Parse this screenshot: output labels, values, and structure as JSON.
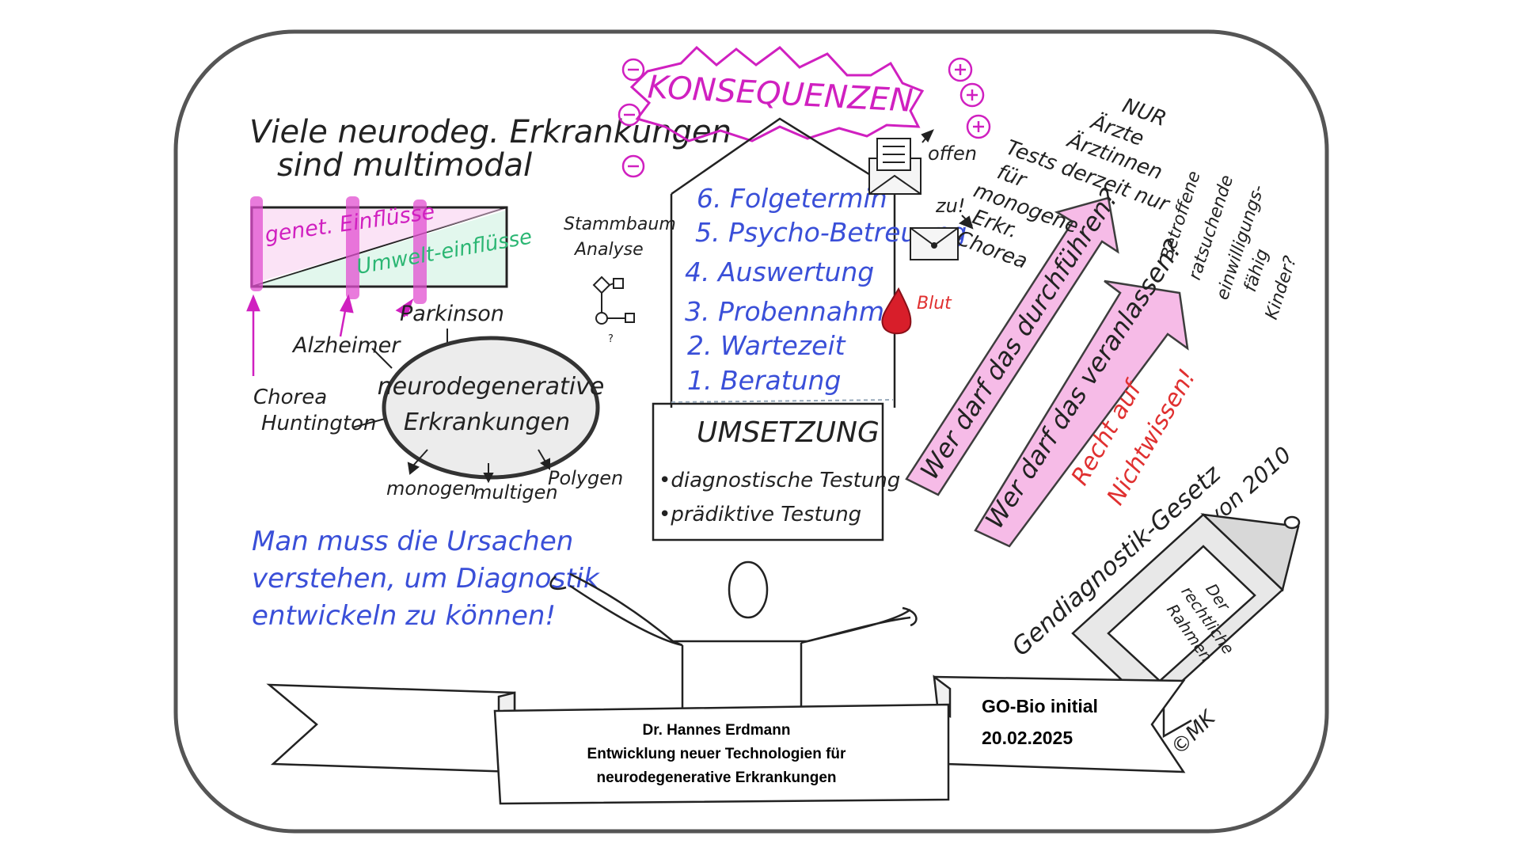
{
  "notes": {
    "heading_line1": "Viele neurodeg. Erkrankungen",
    "heading_line2": "sind multimodal",
    "genet": "genet. Einflüsse",
    "umwelt": "Umwelt-einflüsse",
    "parkinson": "Parkinson",
    "alzheimer": "Alzheimer",
    "chorea_line1": "Chorea",
    "chorea_line2": "Huntington",
    "ellipse_line1": "neurodegenerative",
    "ellipse_line2": "Erkrankungen",
    "monogen": "monogen",
    "multigen": "multigen",
    "polygen": "Polygen",
    "ursachen_line1": "Man muss die Ursachen",
    "ursachen_line2": "verstehen, um Diagnostik",
    "ursachen_line3": "entwickeln zu können!",
    "stammbaum_line1": "Stammbaum",
    "stammbaum_line2": "Analyse",
    "konsequenzen": "KONSEQUENZEN",
    "steps": [
      "6. Folgetermin",
      "5. Psycho-Betreuung",
      "4. Auswertung",
      "3. Probennahme",
      "2. Wartezeit",
      "1. Beratung"
    ],
    "umsetzung": "UMSETZUNG",
    "testing_1": "•diagnostische Testung",
    "testing_2": "•prädiktive Testung",
    "offen": "offen",
    "zu": "zu!",
    "blut": "Blut",
    "arrow1": "Wer darf das durchführen?",
    "arrow2": "Wer darf das veranlassen?",
    "nur_lines": [
      "NUR",
      "Ärzte",
      "Ärztinnen",
      "Tests derzeit nur",
      "für",
      "monogene",
      "Erkr.",
      "Chorea"
    ],
    "betroffene_lines": [
      "Betroffene",
      "ratsuchende",
      "einwilligungs-",
      "fähig",
      "Kinder?"
    ],
    "recht_line1": "Recht auf",
    "recht_line2": "Nichtwissen!",
    "gendiag_line1": "Gendiagnostik-Gesetz",
    "gendiag_line2": "von 2010",
    "rahmen_lines": [
      "Der",
      "rechtliche",
      "Rahmen"
    ],
    "copyright": "©MK"
  },
  "banner": {
    "name": "Dr. Hannes Erdmann",
    "title_line1": "Entwicklung neuer Technologien für",
    "title_line2": "neurodegenerative Erkrankungen",
    "program": "GO-Bio initial",
    "date": "20.02.2025"
  },
  "colors": {
    "ink": "#222222",
    "magenta": "#d020c0",
    "blue": "#3a4fd8",
    "green": "#2bb673",
    "red": "#e03030",
    "pink_fill": "#f6b8e6",
    "frame": "#555555"
  }
}
